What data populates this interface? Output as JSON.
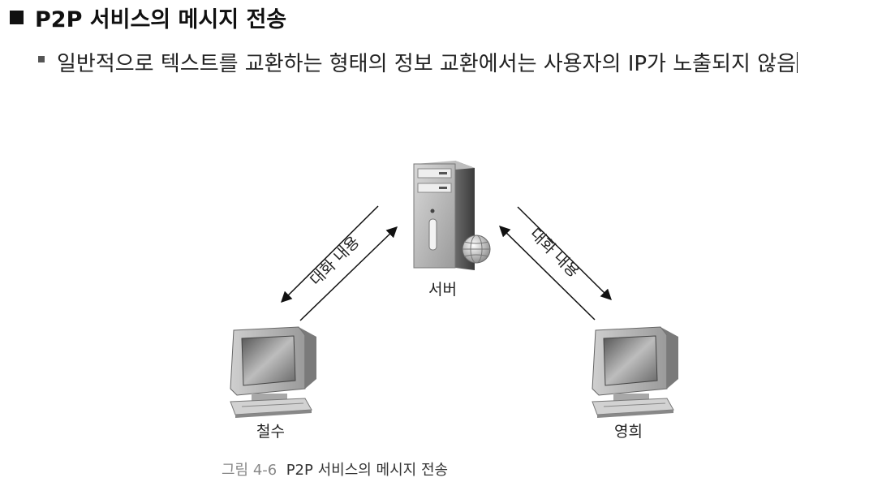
{
  "heading": {
    "text": "P2P 서비스의 메시지 전송"
  },
  "bullet": {
    "text": "일반적으로 텍스트를 교환하는 형태의 정보 교환에서는 사용자의 IP가 노출되지 않음"
  },
  "diagram": {
    "server": {
      "label": "서버",
      "icon": "server-tower-with-globe-icon"
    },
    "left_client": {
      "label": "철수",
      "icon": "crt-computer-icon"
    },
    "right_client": {
      "label": "영희",
      "icon": "crt-computer-icon"
    },
    "left_link_label": "대화 내용",
    "right_link_label": "대화 내용"
  },
  "caption": {
    "number": "그림 4-6",
    "title": "P2P 서비스의 메시지 전송"
  }
}
